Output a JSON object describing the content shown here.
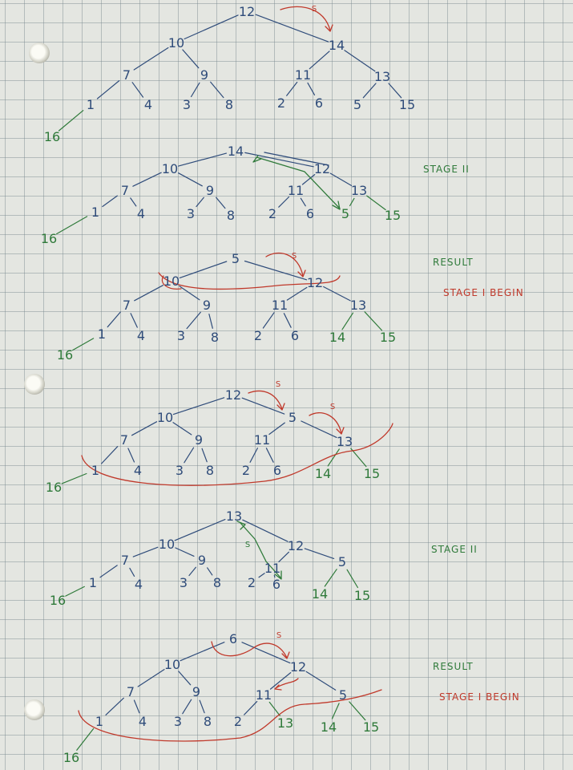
{
  "colors": {
    "blue": "#2f4c7a",
    "green": "#2f7a3a",
    "red": "#c0392b"
  },
  "labels": {
    "stage2_a": "STAGE II",
    "result_a": "RESULT",
    "stage1_begin_a": "STAGE I BEGIN",
    "stage2_b": "STAGE II",
    "result_b": "RESULT",
    "stage1_begin_b": "STAGE I BEGIN",
    "swap_mark": "S"
  },
  "trees": [
    {
      "name": "tree-1",
      "nodes": [
        {
          "id": "a",
          "v": "12",
          "c": "blue"
        },
        {
          "id": "b",
          "v": "10",
          "c": "blue"
        },
        {
          "id": "c",
          "v": "14",
          "c": "blue"
        },
        {
          "id": "d",
          "v": "7",
          "c": "blue"
        },
        {
          "id": "e",
          "v": "9",
          "c": "blue"
        },
        {
          "id": "f",
          "v": "11",
          "c": "blue"
        },
        {
          "id": "g",
          "v": "13",
          "c": "blue"
        },
        {
          "id": "h",
          "v": "1",
          "c": "blue"
        },
        {
          "id": "i",
          "v": "4",
          "c": "blue"
        },
        {
          "id": "j",
          "v": "3",
          "c": "blue"
        },
        {
          "id": "k",
          "v": "8",
          "c": "blue"
        },
        {
          "id": "l",
          "v": "2",
          "c": "blue"
        },
        {
          "id": "m",
          "v": "6",
          "c": "blue"
        },
        {
          "id": "n",
          "v": "5",
          "c": "blue"
        },
        {
          "id": "o",
          "v": "15",
          "c": "blue"
        },
        {
          "id": "p",
          "v": "16",
          "c": "green"
        }
      ]
    },
    {
      "name": "tree-2",
      "nodes": [
        {
          "id": "a",
          "v": "14",
          "c": "blue"
        },
        {
          "id": "b",
          "v": "10",
          "c": "blue"
        },
        {
          "id": "c",
          "v": "12",
          "c": "blue"
        },
        {
          "id": "d",
          "v": "7",
          "c": "blue"
        },
        {
          "id": "e",
          "v": "9",
          "c": "blue"
        },
        {
          "id": "f",
          "v": "11",
          "c": "blue"
        },
        {
          "id": "g",
          "v": "13",
          "c": "blue"
        },
        {
          "id": "h",
          "v": "1",
          "c": "blue"
        },
        {
          "id": "i",
          "v": "4",
          "c": "blue"
        },
        {
          "id": "j",
          "v": "3",
          "c": "blue"
        },
        {
          "id": "k",
          "v": "8",
          "c": "blue"
        },
        {
          "id": "l",
          "v": "2",
          "c": "blue"
        },
        {
          "id": "m",
          "v": "6",
          "c": "blue"
        },
        {
          "id": "n",
          "v": "5",
          "c": "green"
        },
        {
          "id": "o",
          "v": "15",
          "c": "green"
        },
        {
          "id": "p",
          "v": "16",
          "c": "green"
        }
      ]
    },
    {
      "name": "tree-3",
      "nodes": [
        {
          "id": "a",
          "v": "5",
          "c": "blue"
        },
        {
          "id": "b",
          "v": "10",
          "c": "blue"
        },
        {
          "id": "c",
          "v": "12",
          "c": "blue"
        },
        {
          "id": "d",
          "v": "7",
          "c": "blue"
        },
        {
          "id": "e",
          "v": "9",
          "c": "blue"
        },
        {
          "id": "f",
          "v": "11",
          "c": "blue"
        },
        {
          "id": "g",
          "v": "13",
          "c": "blue"
        },
        {
          "id": "h",
          "v": "1",
          "c": "blue"
        },
        {
          "id": "i",
          "v": "4",
          "c": "blue"
        },
        {
          "id": "j",
          "v": "3",
          "c": "blue"
        },
        {
          "id": "k",
          "v": "8",
          "c": "blue"
        },
        {
          "id": "l",
          "v": "2",
          "c": "blue"
        },
        {
          "id": "m",
          "v": "6",
          "c": "blue"
        },
        {
          "id": "n",
          "v": "14",
          "c": "green"
        },
        {
          "id": "o",
          "v": "15",
          "c": "green"
        },
        {
          "id": "p",
          "v": "16",
          "c": "green"
        }
      ]
    },
    {
      "name": "tree-4",
      "nodes": [
        {
          "id": "a",
          "v": "12",
          "c": "blue"
        },
        {
          "id": "b",
          "v": "10",
          "c": "blue"
        },
        {
          "id": "c",
          "v": "5",
          "c": "blue"
        },
        {
          "id": "d",
          "v": "7",
          "c": "blue"
        },
        {
          "id": "e",
          "v": "9",
          "c": "blue"
        },
        {
          "id": "f",
          "v": "11",
          "c": "blue"
        },
        {
          "id": "g",
          "v": "13",
          "c": "blue"
        },
        {
          "id": "h",
          "v": "1",
          "c": "blue"
        },
        {
          "id": "i",
          "v": "4",
          "c": "blue"
        },
        {
          "id": "j",
          "v": "3",
          "c": "blue"
        },
        {
          "id": "k",
          "v": "8",
          "c": "blue"
        },
        {
          "id": "l",
          "v": "2",
          "c": "blue"
        },
        {
          "id": "m",
          "v": "6",
          "c": "blue"
        },
        {
          "id": "n",
          "v": "14",
          "c": "green"
        },
        {
          "id": "o",
          "v": "15",
          "c": "green"
        },
        {
          "id": "p",
          "v": "16",
          "c": "green"
        }
      ]
    },
    {
      "name": "tree-5",
      "nodes": [
        {
          "id": "a",
          "v": "13",
          "c": "blue"
        },
        {
          "id": "b",
          "v": "10",
          "c": "blue"
        },
        {
          "id": "c",
          "v": "12",
          "c": "blue"
        },
        {
          "id": "d",
          "v": "7",
          "c": "blue"
        },
        {
          "id": "e",
          "v": "9",
          "c": "blue"
        },
        {
          "id": "f",
          "v": "11",
          "c": "blue"
        },
        {
          "id": "g",
          "v": "5",
          "c": "blue"
        },
        {
          "id": "h",
          "v": "1",
          "c": "blue"
        },
        {
          "id": "i",
          "v": "4",
          "c": "blue"
        },
        {
          "id": "j",
          "v": "3",
          "c": "blue"
        },
        {
          "id": "k",
          "v": "8",
          "c": "blue"
        },
        {
          "id": "l",
          "v": "2",
          "c": "blue"
        },
        {
          "id": "m",
          "v": "6",
          "c": "blue"
        },
        {
          "id": "n",
          "v": "14",
          "c": "green"
        },
        {
          "id": "o",
          "v": "15",
          "c": "green"
        },
        {
          "id": "p",
          "v": "16",
          "c": "green"
        }
      ]
    },
    {
      "name": "tree-6",
      "nodes": [
        {
          "id": "a",
          "v": "6",
          "c": "blue"
        },
        {
          "id": "b",
          "v": "10",
          "c": "blue"
        },
        {
          "id": "c",
          "v": "12",
          "c": "blue"
        },
        {
          "id": "d",
          "v": "7",
          "c": "blue"
        },
        {
          "id": "e",
          "v": "9",
          "c": "blue"
        },
        {
          "id": "f",
          "v": "11",
          "c": "blue"
        },
        {
          "id": "g",
          "v": "5",
          "c": "blue"
        },
        {
          "id": "h",
          "v": "1",
          "c": "blue"
        },
        {
          "id": "i",
          "v": "4",
          "c": "blue"
        },
        {
          "id": "j",
          "v": "3",
          "c": "blue"
        },
        {
          "id": "k",
          "v": "8",
          "c": "blue"
        },
        {
          "id": "l",
          "v": "2",
          "c": "blue"
        },
        {
          "id": "m",
          "v": "13",
          "c": "green"
        },
        {
          "id": "n",
          "v": "14",
          "c": "green"
        },
        {
          "id": "o",
          "v": "15",
          "c": "green"
        },
        {
          "id": "p",
          "v": "16",
          "c": "green"
        }
      ]
    }
  ]
}
